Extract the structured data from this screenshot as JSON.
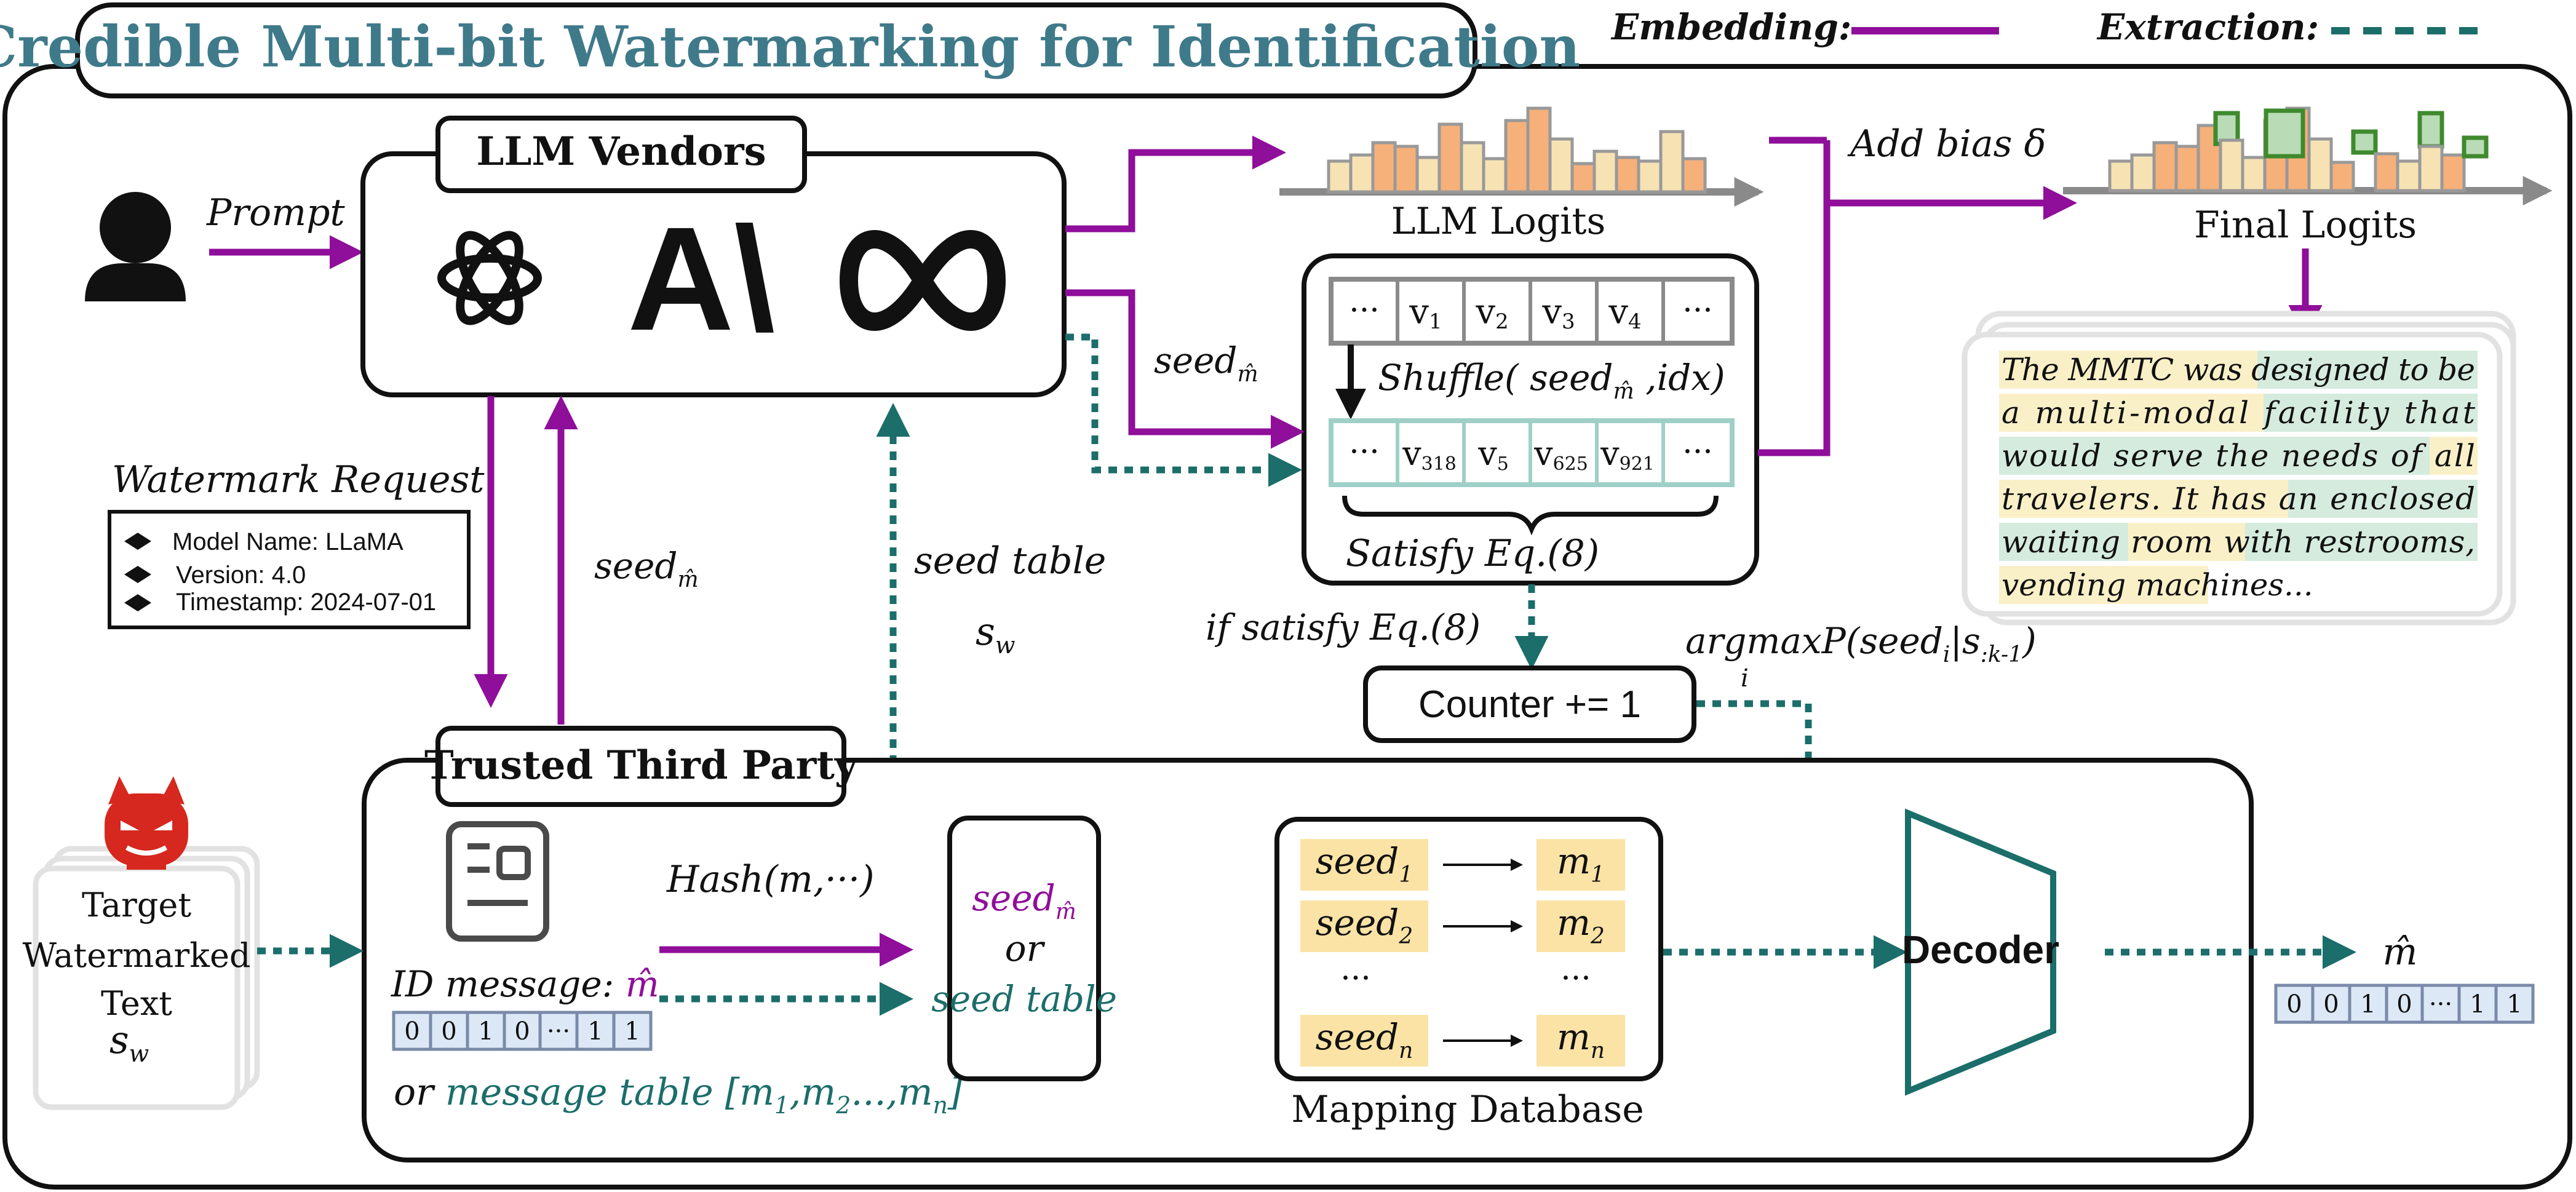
{
  "title": "Credible Multi-bit Watermarking for Identification",
  "legend": {
    "embedding_label": "Embedding:",
    "extraction_label": "Extraction:",
    "colors": {
      "embedding": "#8f0e9a",
      "extraction": "#1b6e6a",
      "title": "#3f7a8a"
    }
  },
  "user": {
    "icon": "user-icon",
    "prompt_label": "Prompt"
  },
  "vendors": {
    "label": "LLM Vendors",
    "logos": [
      "openai-logo-icon",
      "anthropic-logo-icon",
      "meta-logo-icon"
    ],
    "anthropic_text": "A\\"
  },
  "request": {
    "title": "Watermark Request",
    "items": [
      "Model Name: LLaMA",
      "Version: 4.0",
      "Timestamp: 2024-07-01"
    ]
  },
  "flow": {
    "seed_left": "seed",
    "seed_sub": "m̂",
    "seed_table": "seed table",
    "sw_main": "s",
    "sw_sub": "w",
    "seed_to_shuffle": "seed"
  },
  "logits": {
    "llm_label": "LLM Logits",
    "final_label": "Final Logits",
    "add_bias": "Add bias δ"
  },
  "shuffle": {
    "top_row": [
      "···",
      "v",
      "v",
      "v",
      "v",
      "···"
    ],
    "top_subs": [
      "",
      "1",
      "2",
      "3",
      "4",
      ""
    ],
    "formula_prefix": "Shuffle( seed",
    "formula_sub": "m̂",
    "formula_suffix": " ,idx)",
    "bottom_row": [
      "···",
      "v",
      "v",
      "v",
      "v",
      "···"
    ],
    "bottom_subs": [
      "",
      "318",
      "5",
      "625",
      "921",
      ""
    ],
    "satisfy": "Satisfy Eq.(8)"
  },
  "output_text": {
    "lines": [
      "The MMTC was designed to be",
      "a  multi-modal  facility  that",
      "would serve the needs of all",
      "travelers.  It  has  an  enclosed",
      "waiting  room  with  restrooms,",
      "vending machines..."
    ]
  },
  "counter": {
    "condition": "if satisfy Eq.(8)",
    "label": "Counter += 1",
    "argmax_main": "argmaxP(seed",
    "argmax_i": "i",
    "argmax_given": "|s",
    "argmax_sub": ":k-1",
    "argmax_close": ")",
    "argmax_under": "i"
  },
  "ttp": {
    "label": "Trusted Third Party"
  },
  "target": {
    "line1": "Target",
    "line2": "Watermarked",
    "line3": "Text",
    "sw_main": "s",
    "sw_sub": "w",
    "devil_icon": "devil-icon"
  },
  "id_message": {
    "icon": "id-card-icon",
    "hash": "Hash(m,···)",
    "label": "ID message: ",
    "mhat": "m̂",
    "bits": [
      "0",
      "0",
      "1",
      "0",
      "···",
      "1",
      "1"
    ],
    "or_prefix": "or ",
    "message_table": "message table [m",
    "mt_sub1": "1",
    "mt_mid": ",m",
    "mt_sub2": "2",
    "mt_dots": "...,m",
    "mt_subn": "n",
    "mt_close": "]"
  },
  "seed_box": {
    "seed": "seed",
    "seed_sub": "m̂",
    "or": "or",
    "seed_table": "seed table"
  },
  "mapping": {
    "label": "Mapping Database",
    "rows": [
      {
        "seed": "seed",
        "sub": "1",
        "m": "m",
        "msub": "1"
      },
      {
        "seed": "seed",
        "sub": "2",
        "m": "m",
        "msub": "2"
      },
      {
        "seed": "···",
        "sub": "",
        "m": "···",
        "msub": ""
      },
      {
        "seed": "seed",
        "sub": "n",
        "m": "m",
        "msub": "n"
      }
    ]
  },
  "decoder": {
    "label": "Decoder"
  },
  "result": {
    "mhat": "m̂",
    "bits": [
      "0",
      "0",
      "1",
      "0",
      "···",
      "1",
      "1"
    ]
  }
}
